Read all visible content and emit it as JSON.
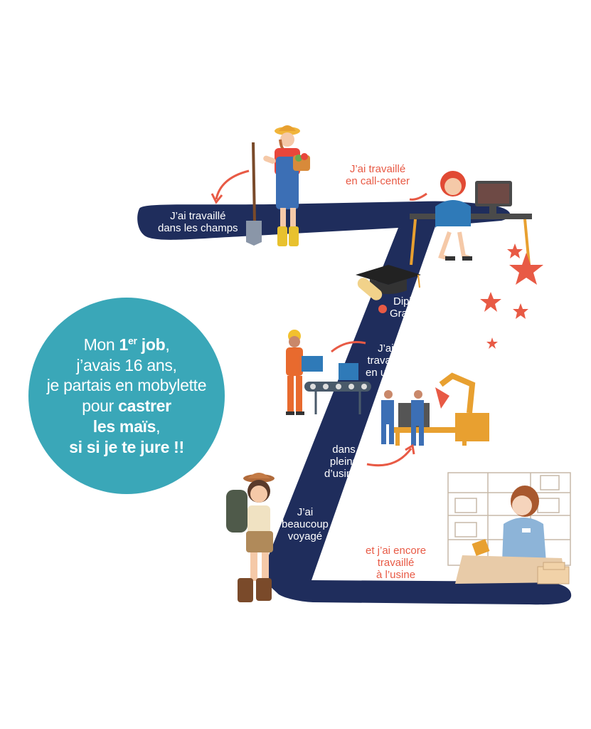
{
  "labels": {
    "champs": [
      "J’ai travaillé",
      "dans les champs"
    ],
    "callcenter": [
      "J’ai travaillé",
      "en call-center"
    ],
    "diplome": [
      "Diplôme",
      "Graphiste"
    ],
    "usine": [
      "J’ai",
      "travaillé",
      "en usine"
    ],
    "pleins": [
      "dans",
      "pleins",
      "d’usines"
    ],
    "voyage": [
      "J’ai",
      "beaucoup",
      "voyagé"
    ],
    "encore": [
      "et j’ai encore",
      "travaillé",
      "à l’usine"
    ]
  },
  "circle": {
    "l1_pre": "Mon ",
    "l1_num": "1",
    "l1_sup": "er",
    "l1_job": " job",
    "l1_end": ",",
    "l2": "j’avais 16 ans,",
    "l3": "je partais en mobylette",
    "l4_pre": "pour ",
    "l4_bold": "castrer",
    "l5_bold": "les maïs",
    "l5_end": ",",
    "l6": "si si je te jure !!"
  },
  "colors": {
    "navy": "#1f2d5c",
    "teal": "#3aa7b8",
    "accent": "#e85a45",
    "text": "#ffffff"
  },
  "icons": [
    "farmer-illustration",
    "call-center-agent-illustration",
    "graduation-cap-icon",
    "diploma-scroll-icon",
    "factory-worker-illustration",
    "robot-arm-illustration",
    "warehouse-worker-illustration",
    "traveler-illustration",
    "star-icon",
    "curved-arrow-icon"
  ]
}
